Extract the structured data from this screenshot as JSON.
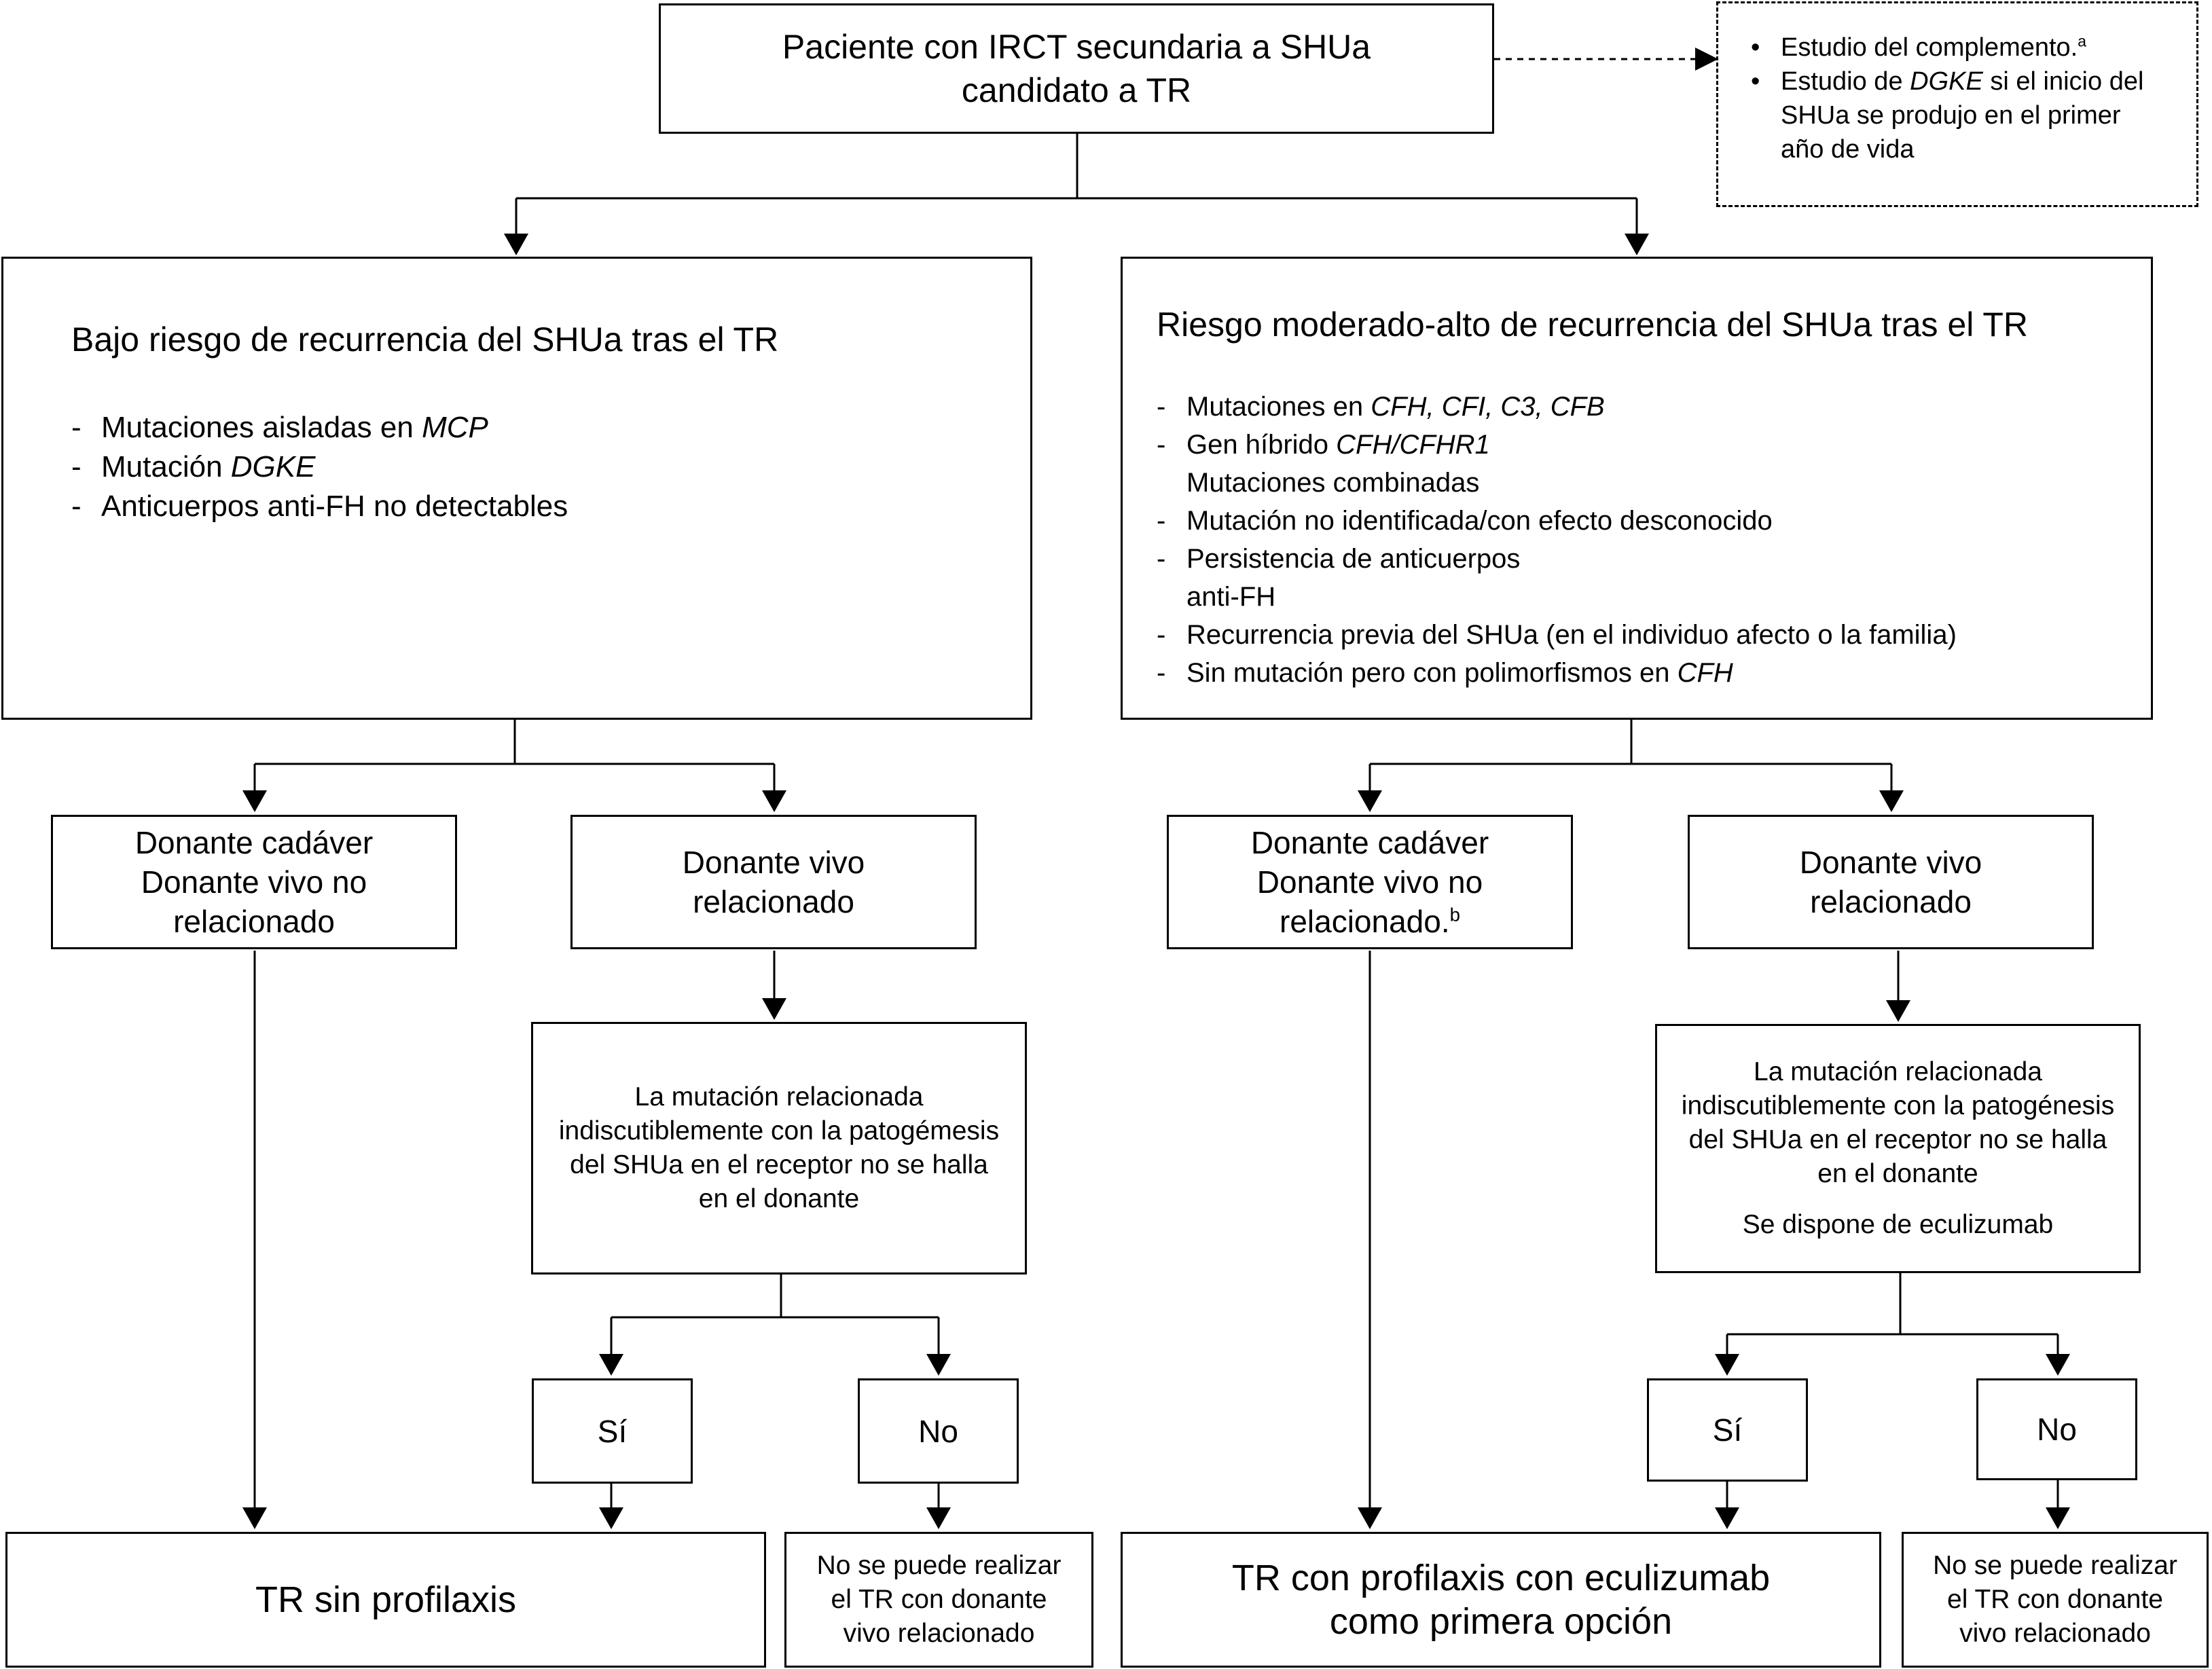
{
  "root": {
    "line1": "Paciente con IRCT secundaria a SHUa",
    "line2": "candidato a TR"
  },
  "side_note": {
    "item1": "Estudio del complemento.",
    "item1_sup": "a",
    "item2_pre": "Estudio de ",
    "item2_italic": "DGKE",
    "item2_l1_post": " si el inicio del",
    "item2_l2": "SHUa se produjo en el primer",
    "item2_l3": "año de vida"
  },
  "low_risk": {
    "title": "Bajo riesgo de recurrencia del SHUa tras el TR",
    "i1_pre": "Mutaciones aisladas en ",
    "i1_italic": "MCP",
    "i2_pre": "Mutación ",
    "i2_italic": "DGKE",
    "i3": "Anticuerpos anti-FH no detectables"
  },
  "high_risk": {
    "title": "Riesgo moderado-alto de recurrencia del SHUa tras el TR",
    "i1_pre": "Mutaciones en ",
    "i1_italic": "CFH, CFI, C3, CFB",
    "i2_pre": "Gen híbrido ",
    "i2_italic": "CFH/CFHR1",
    "i2_cont": "Mutaciones combinadas",
    "i3": "Mutación no identificada/con efecto desconocido",
    "i4_l1": "Persistencia de anticuerpos",
    "i4_l2": "anti-FH",
    "i5": "Recurrencia previa del SHUa (en el individuo afecto o la familia)",
    "i6_pre": "Sin mutación pero con polimorfismos en ",
    "i6_italic": "CFH"
  },
  "left_branch": {
    "cadaver_l1": "Donante cadáver",
    "cadaver_l2": "Donante vivo no",
    "cadaver_l3": "relacionado",
    "vivo_l1": "Donante vivo",
    "vivo_l2": "relacionado",
    "question_l1": "La mutación relacionada",
    "question_l2": "indiscutiblemente con la patogémesis",
    "question_l3": "del SHUa en el receptor no se halla",
    "question_l4": "en el donante",
    "yes": "Sí",
    "no": "No",
    "result_main": "TR sin profilaxis",
    "result_no_l1": "No se puede realizar",
    "result_no_l2": "el TR con donante",
    "result_no_l3": "vivo relacionado"
  },
  "right_branch": {
    "cadaver_l1": "Donante cadáver",
    "cadaver_l2": "Donante vivo no",
    "cadaver_l3": "relacionado.",
    "cadaver_sup": "b",
    "vivo_l1": "Donante vivo",
    "vivo_l2": "relacionado",
    "question_l1": "La mutación relacionada",
    "question_l2": "indiscutiblemente con la patogénesis",
    "question_l3": "del SHUa en el receptor no se halla",
    "question_l4": "en el donante",
    "question_l5": "Se dispone de eculizumab",
    "yes": "Sí",
    "no": "No",
    "result_main_l1": "TR con profilaxis con eculizumab",
    "result_main_l2": "como primera opción",
    "result_no_l1": "No se puede realizar",
    "result_no_l2": "el TR con donante",
    "result_no_l3": "vivo relacionado"
  }
}
